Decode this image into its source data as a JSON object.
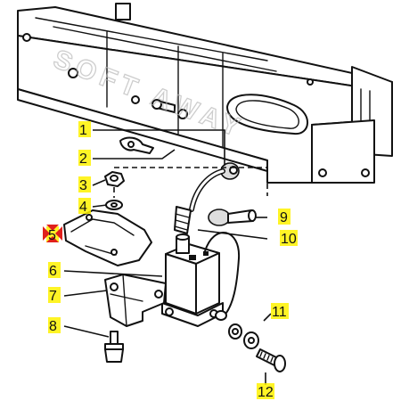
{
  "figure": {
    "watermark_text": "SOFT AWAY"
  },
  "callouts": [
    {
      "id": "1",
      "label": "1"
    },
    {
      "id": "2",
      "label": "2"
    },
    {
      "id": "3",
      "label": "3"
    },
    {
      "id": "4",
      "label": "4"
    },
    {
      "id": "5",
      "label": "5"
    },
    {
      "id": "6",
      "label": "6"
    },
    {
      "id": "7",
      "label": "7"
    },
    {
      "id": "8",
      "label": "8"
    },
    {
      "id": "9",
      "label": "9"
    },
    {
      "id": "10",
      "label": "10"
    },
    {
      "id": "11",
      "label": "11"
    },
    {
      "id": "12",
      "label": "12"
    }
  ],
  "colors": {
    "highlight": "#fff200",
    "selection_marker": "#e0201c",
    "ink": "#111111"
  }
}
